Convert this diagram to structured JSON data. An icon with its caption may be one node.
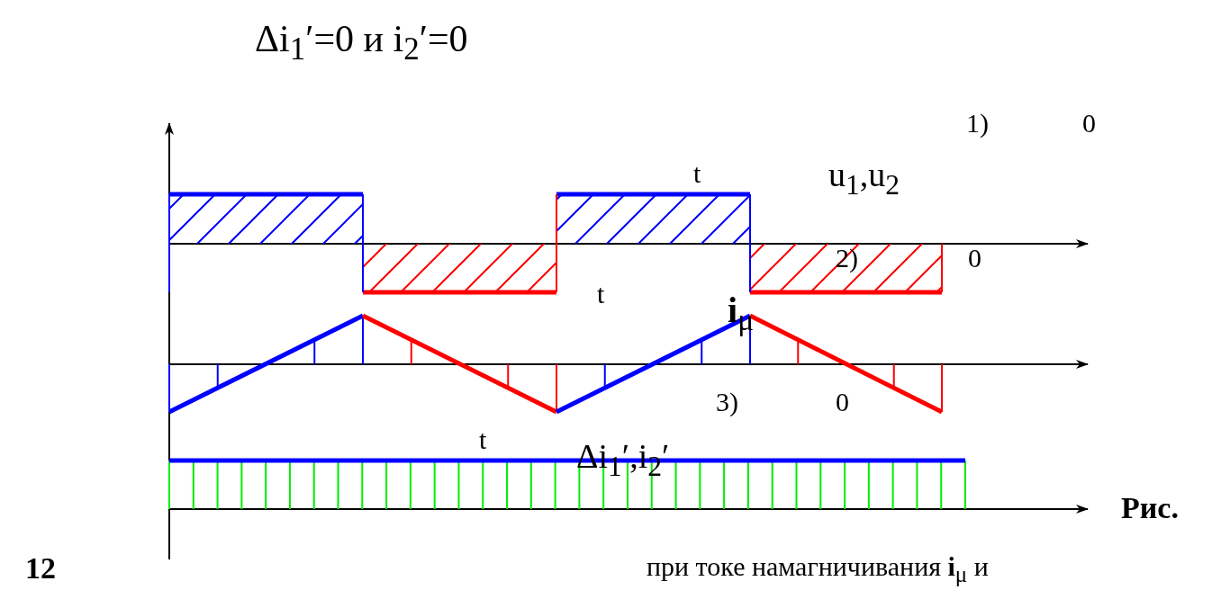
{
  "diagram": {
    "labels": [
      "Δi$_{1}$′=0 и i$_{2}$′=0",
      "1)",
      "0",
      "t",
      "u$_{1}$,u$_{2}$",
      "2)",
      "0",
      "t",
      "**i**$_{μ}$",
      "3)",
      "0",
      "t",
      "Δi$_{1}$′,i$_{2}$′",
      "Рис.",
      "12",
      "при токе намагничивания **i**$_{μ}$ и"
    ]
  }
}
